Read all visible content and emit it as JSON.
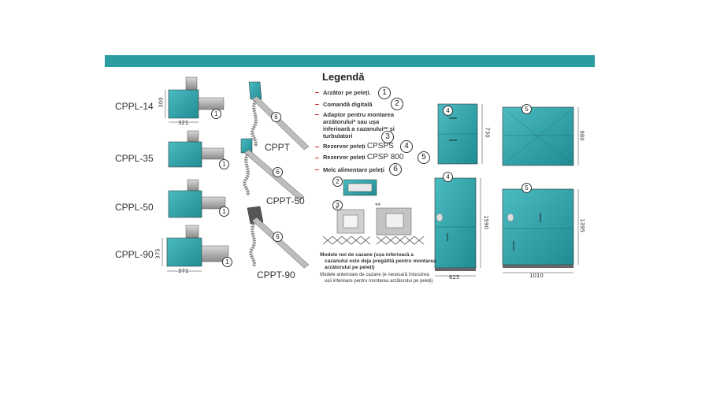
{
  "models": {
    "cppl14": "CPPL-14",
    "cppl35": "CPPL-35",
    "cppl50": "CPPL-50",
    "cppl90": "CPPL-90",
    "cppt": "CPPT",
    "cppt50": "CPPT-50",
    "cppt90": "CPPT-90"
  },
  "dims": {
    "h300": "300",
    "w321": "321",
    "h375": "375",
    "w371": "371",
    "h730": "730",
    "h980": "980",
    "h1590": "1590",
    "h1395": "1395",
    "w625": "625",
    "w1010": "1010"
  },
  "numbers": {
    "n1": "1",
    "n2": "2",
    "n3": "3",
    "n4": "4",
    "n5": "5",
    "n6": "6"
  },
  "legend": {
    "title": "Legendă",
    "item1": "Arzător pe peleți.",
    "item2": "Comandă digitală",
    "item3_a": "Adaptor pentru montarea",
    "item3_b": "arzătorului* sau ușa",
    "item3_c": "inferioară a cazanului** și",
    "item3_d": "turbulatori",
    "item4_a": "Rezervor peleți",
    "item4_b": "CPSPS",
    "item5_a": "Rezervor peleți",
    "item5_b": "CPSP 800",
    "item6": "Melc alimentare peleți",
    "star1": "*",
    "star2": "**",
    "note1_a": "Modele noi de cazane (ușa inferioară a",
    "note1_b": "cazanului este deja pregătită pentru montarea",
    "note1_c": "arzătorului pe peleți)",
    "note2_a": "Modele anterioare de cazane (e necesară înlocuirea",
    "note2_b": "ușii inferioare  pentru montarea arzătorului pe peleți)"
  },
  "colors": {
    "teal": "#2a9ca2",
    "tealDark": "#1f7f85",
    "gray": "#9a9a9a",
    "darkGray": "#666666"
  }
}
